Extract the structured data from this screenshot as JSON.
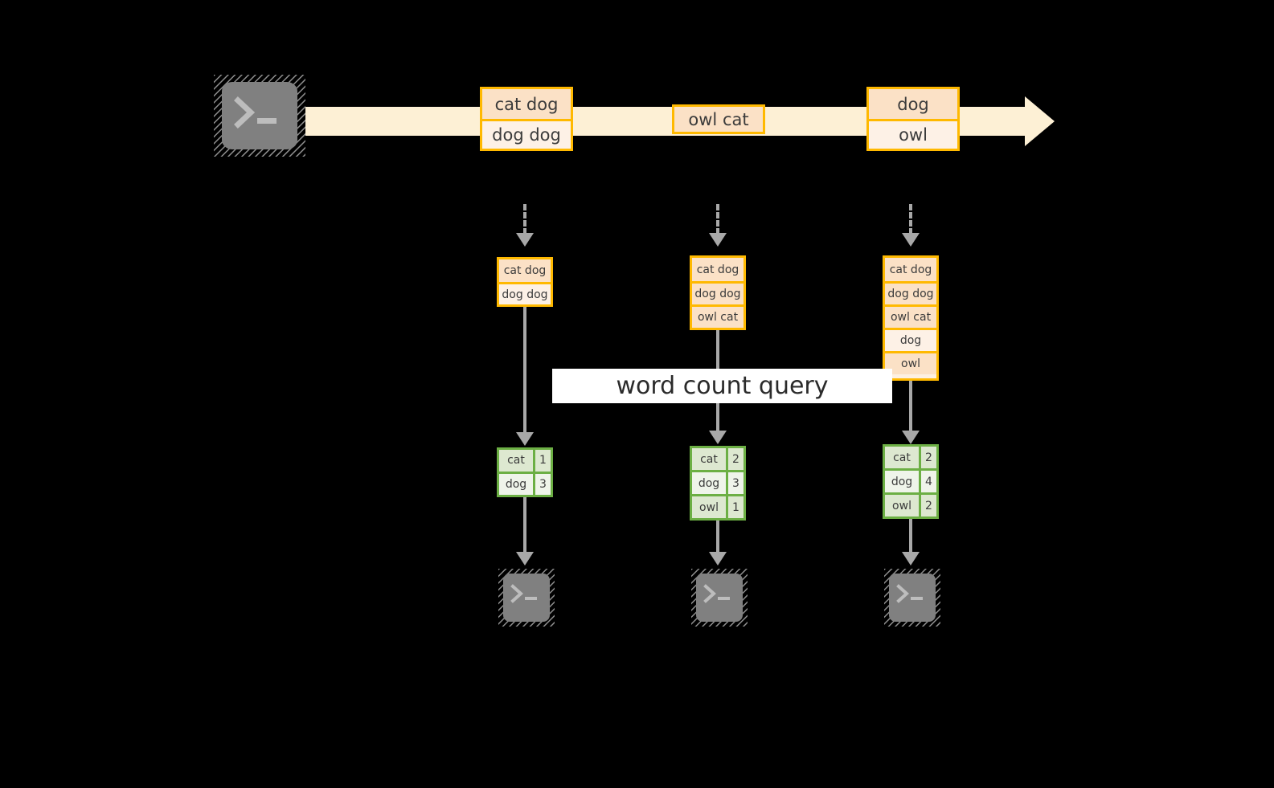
{
  "diagram": {
    "title_label": "word count query",
    "colors": {
      "background": "#000000",
      "record_border": "#FFB900",
      "record_fill_dark": "#FBE1C6",
      "record_fill_light": "#FDF1E6",
      "stream_arrow_fill": "#FDF0D5",
      "table_border": "#6CAF44",
      "table_fill_dark": "#DDE8D0",
      "table_fill_light": "#EFF4EA",
      "connector": "#A8A8A8",
      "terminal_fill": "#808080",
      "label_fill": "#FFFFFF"
    },
    "source": {
      "icon": "terminal-icon",
      "prompt_glyph": ">_"
    },
    "stream": {
      "arrow_icon": "right-arrow-icon",
      "records": [
        {
          "lines": [
            "cat dog",
            "dog dog"
          ]
        },
        {
          "lines": [
            "owl cat"
          ]
        },
        {
          "lines": [
            "dog",
            "owl"
          ]
        }
      ]
    },
    "batches": [
      {
        "name": "batch-1",
        "input_rows": [
          "cat dog",
          "dog dog"
        ],
        "result_header": null,
        "result_rows": [
          {
            "key": "cat",
            "value": "1"
          },
          {
            "key": "dog",
            "value": "3"
          }
        ],
        "sink_icon": "terminal-icon",
        "sink_prompt_glyph": ">_"
      },
      {
        "name": "batch-2",
        "input_rows": [
          "cat dog",
          "dog dog",
          "owl cat"
        ],
        "result_header": null,
        "result_rows": [
          {
            "key": "cat",
            "value": "2"
          },
          {
            "key": "dog",
            "value": "3"
          },
          {
            "key": "owl",
            "value": "1"
          }
        ],
        "sink_icon": "terminal-icon",
        "sink_prompt_glyph": ">_"
      },
      {
        "name": "batch-3",
        "input_rows": [
          "cat dog",
          "dog dog",
          "owl cat",
          "dog",
          "owl"
        ],
        "result_header": null,
        "result_rows": [
          {
            "key": "cat",
            "value": "2"
          },
          {
            "key": "dog",
            "value": "4"
          },
          {
            "key": "owl",
            "value": "2"
          }
        ],
        "sink_icon": "terminal-icon",
        "sink_prompt_glyph": ">_"
      }
    ]
  }
}
